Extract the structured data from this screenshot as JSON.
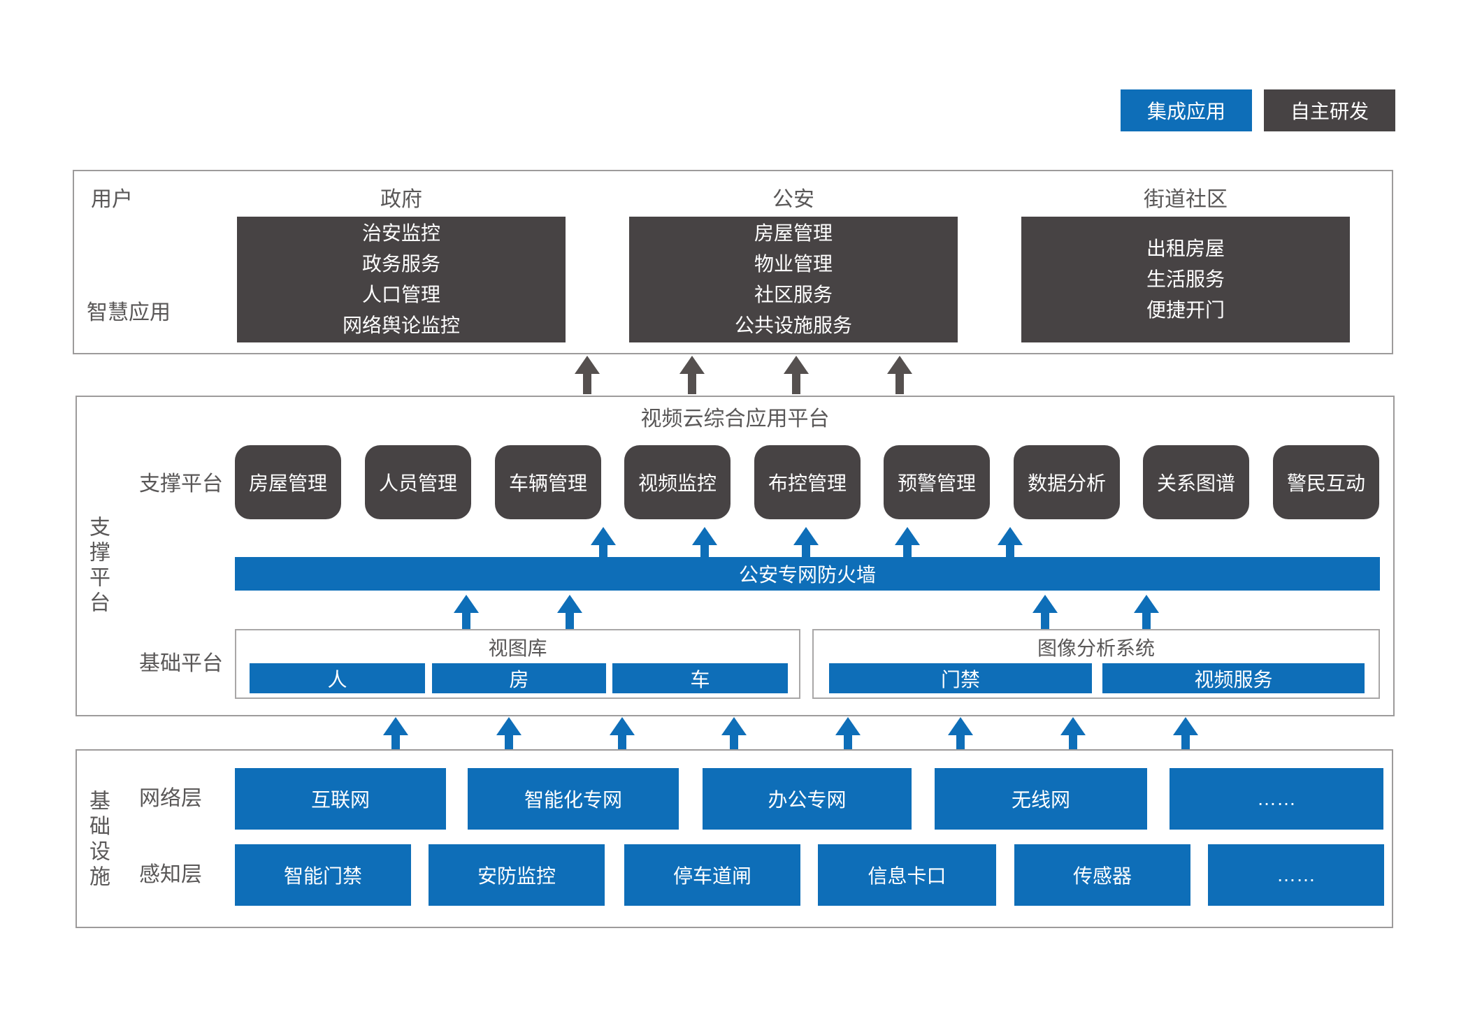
{
  "legend": {
    "integrated": "集成应用",
    "self_developed": "自主研发"
  },
  "colors": {
    "integrated_blue": "#0e6eb8",
    "self_developed_dark": "#474344",
    "section_border": "#9d9b9b",
    "label_gray": "#595757"
  },
  "user_section": {
    "row_label_user": "用户",
    "row_label_app": "智慧应用",
    "columns": [
      {
        "header": "政府",
        "items": [
          "治安监控",
          "政务服务",
          "人口管理",
          "网络舆论监控"
        ]
      },
      {
        "header": "公安",
        "items": [
          "房屋管理",
          "物业管理",
          "社区服务",
          "公共设施服务"
        ]
      },
      {
        "header": "街道社区",
        "items": [
          "出租房屋",
          "生活服务",
          "便捷开门"
        ]
      }
    ]
  },
  "platform_section": {
    "side_label": "支撑平台",
    "title": "视频云综合应用平台",
    "support_row_label": "支撑平台",
    "support_boxes": [
      "房屋管理",
      "人员管理",
      "车辆管理",
      "视频监控",
      "布控管理",
      "预警管理",
      "数据分析",
      "关系图谱",
      "警民互动"
    ],
    "firewall": "公安专网防火墙",
    "base_row_label": "基础平台",
    "base_groups": [
      {
        "title": "视图库",
        "items": [
          "人",
          "房",
          "车"
        ]
      },
      {
        "title": "图像分析系统",
        "items": [
          "门禁",
          "视频服务"
        ]
      }
    ]
  },
  "infra_section": {
    "side_label": "基础设施",
    "network_row_label": "网络层",
    "network_boxes": [
      "互联网",
      "智能化专网",
      "办公专网",
      "无线网",
      "……"
    ],
    "sense_row_label": "感知层",
    "sense_boxes": [
      "智能门禁",
      "安防监控",
      "停车道闸",
      "信息卡口",
      "传感器",
      "……"
    ]
  }
}
